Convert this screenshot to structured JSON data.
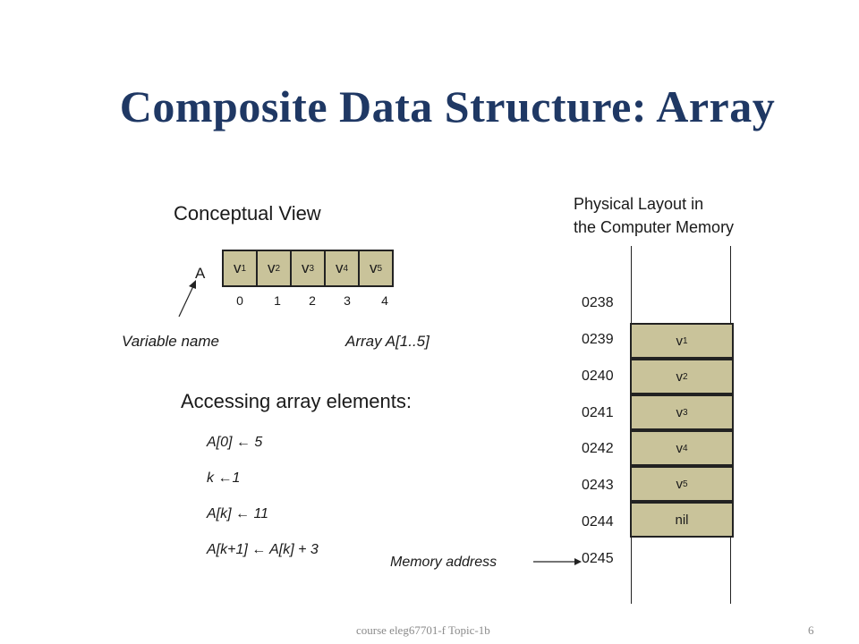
{
  "title": "Composite Data Structure: Array",
  "conceptual": {
    "heading": "Conceptual View",
    "array_name": "A",
    "cells": [
      {
        "base": "v",
        "sub": "1"
      },
      {
        "base": "v",
        "sub": "2"
      },
      {
        "base": "v",
        "sub": "3"
      },
      {
        "base": "v",
        "sub": "4"
      },
      {
        "base": "v",
        "sub": "5"
      }
    ],
    "indices": [
      "0",
      "1",
      "2",
      "3",
      "4"
    ],
    "variable_label": "Variable name",
    "array_label": "Array A[1..5]"
  },
  "accessing": {
    "heading": "Accessing array elements:",
    "lines": [
      "A[0]  ← 5",
      "k  ←1",
      "A[k]  ← 11",
      "A[k+1]  ← A[k] + 3"
    ]
  },
  "physical": {
    "heading_line1": "Physical Layout in",
    "heading_line2": "the Computer Memory",
    "addresses": [
      "0238",
      "0239",
      "0240",
      "0241",
      "0242",
      "0243",
      "0244",
      "0245"
    ],
    "cells": [
      {
        "base": "v",
        "sub": "1"
      },
      {
        "base": "v",
        "sub": "2"
      },
      {
        "base": "v",
        "sub": "3"
      },
      {
        "base": "v",
        "sub": "4"
      },
      {
        "base": "v",
        "sub": "5"
      },
      {
        "base": "nil",
        "sub": ""
      }
    ],
    "memory_label": "Memory address"
  },
  "footer": {
    "path": "course eleg67701-f Topic-1b",
    "page": "6"
  }
}
